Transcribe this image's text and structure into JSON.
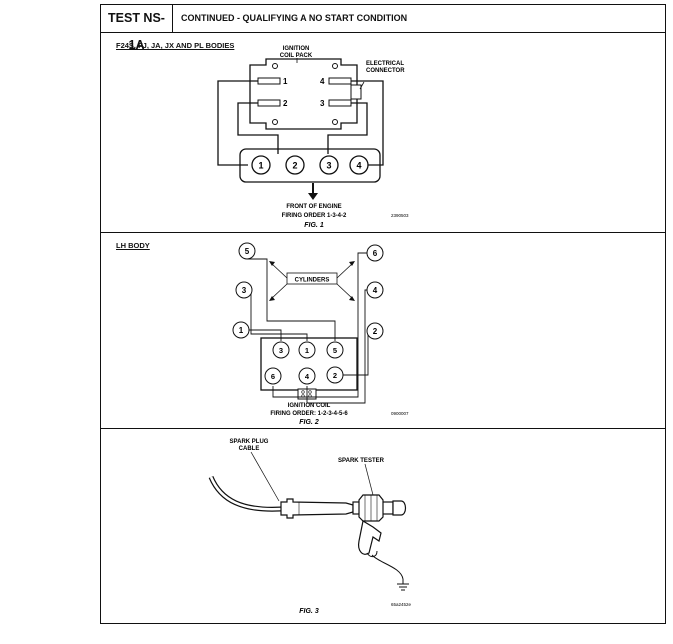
{
  "header": {
    "test_id": "TEST NS-1A",
    "title": "CONTINUED - QUALIFYING A NO START CONDITION"
  },
  "fig1": {
    "section_label": "F24S, FJ, JA, JX AND PL BODIES",
    "coil_label_1": "IGNITION",
    "coil_label_2": "COIL PACK",
    "connector_label_1": "ELECTRICAL",
    "connector_label_2": "CONNECTOR",
    "terminals": [
      "1",
      "2",
      "4",
      "3"
    ],
    "cylinders": [
      "1",
      "2",
      "3",
      "4"
    ],
    "front_label": "FRONT OF ENGINE",
    "firing_order": "FIRING ORDER 1-3-4-2",
    "ref": "2390503",
    "caption": "FIG. 1"
  },
  "fig2": {
    "section_label": "LH BODY",
    "cylinders_label": "CYLINDERS",
    "outer_numbers": [
      "5",
      "3",
      "1",
      "6",
      "4",
      "2"
    ],
    "coil_numbers": [
      "3",
      "1",
      "5",
      "6",
      "4",
      "2"
    ],
    "coil_label": "IGNITION COIL",
    "firing_order": "FIRING ORDER: 1-2-3-4-5-6",
    "ref": "0900007",
    "caption": "FIG. 2"
  },
  "fig3": {
    "cable_label_1": "SPARK PLUG",
    "cable_label_2": "CABLE",
    "tester_label": "SPARK TESTER",
    "ref": "65a2452e",
    "caption": "FIG. 3"
  }
}
